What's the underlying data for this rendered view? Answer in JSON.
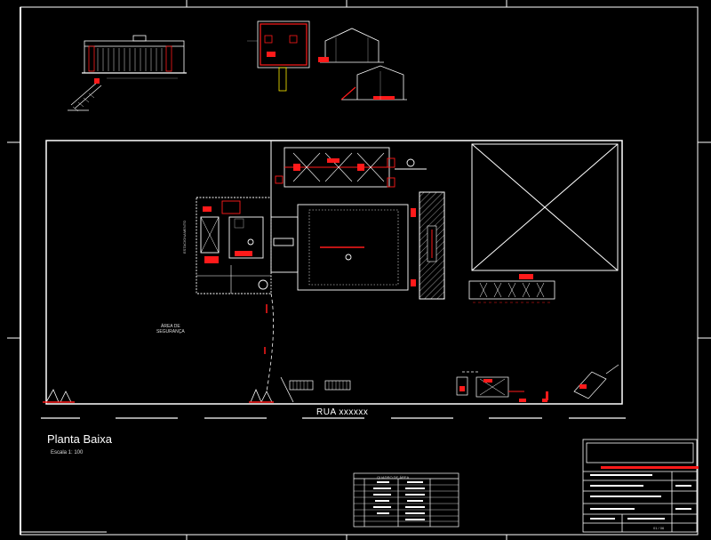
{
  "drawing": {
    "title": "Planta Baixa",
    "scale_label": "Escala 1: 100",
    "street_label": "RUA xxxxxx",
    "safety_area_label": "ÁREA DE\nSEGURANÇA",
    "area_table_title": "QUADRO DE ÁREA",
    "sheet_number": "01 / 06",
    "side_label": "ESTACIONAMENTO"
  },
  "colors": {
    "background": "#000000",
    "lines": "#ffffff",
    "accent": "#ff1a1a",
    "secondary": "#c8c8c8",
    "highlight": "#ffee00"
  }
}
